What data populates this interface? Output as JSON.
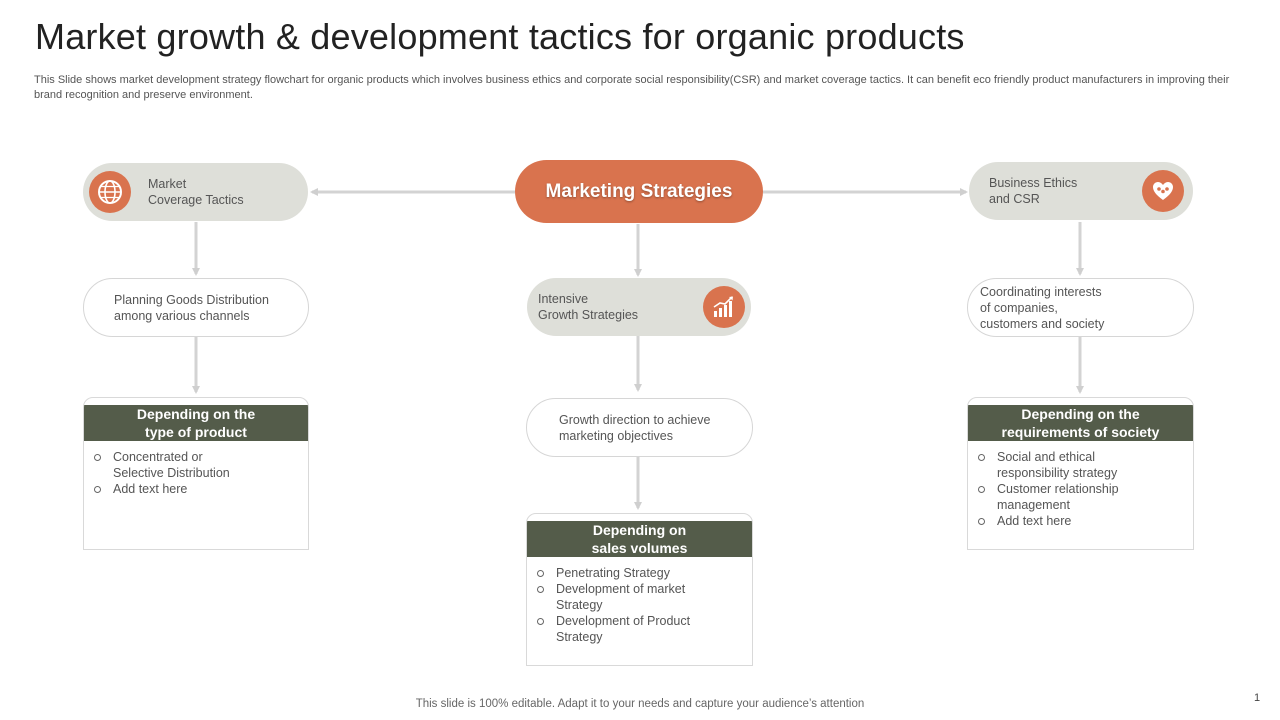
{
  "title": "Market growth & development tactics for organic products",
  "subtitle": "This Slide shows market development strategy flowchart for organic products which involves business ethics and corporate social responsibility(CSR) and market coverage tactics. It can benefit eco friendly product manufacturers in improving their brand recognition and preserve environment.",
  "center": {
    "label": "Marketing Strategies"
  },
  "left": {
    "pill_label": "Market\nCoverage  Tactics",
    "icon": "globe-icon",
    "step_text": "Planning Goods Distribution\namong various  channels",
    "card_title": "Depending on the\ntype of product",
    "bullets": [
      "Concentrated  or\nSelective Distribution",
      "Add text here"
    ]
  },
  "middle": {
    "pill_label": "Intensive\nGrowth Strategies",
    "icon": "growth-chart-icon",
    "step_text": "Growth direction to achieve\nmarketing objectives",
    "card_title": "Depending on\nsales volumes",
    "bullets": [
      "Penetrating Strategy",
      "Development  of market\nStrategy",
      "Development  of Product\nStrategy"
    ]
  },
  "right": {
    "pill_label": "Business Ethics\nand CSR",
    "icon": "heart-hands-icon",
    "step_text": "Coordinating  interests\nof companies,\ncustomers and society",
    "card_title": "Depending on the\nrequirements of society",
    "bullets": [
      "Social and ethical\nresponsibility strategy",
      "Customer relationship\nmanagement",
      "Add text here"
    ]
  },
  "footer": "This slide is 100% editable. Adapt it to your needs and capture your audience’s attention",
  "page_number": "1",
  "colors": {
    "accent": "#d9734e",
    "pill_bg": "#dedfd9",
    "header_bg": "#545c4a",
    "arrow": "#d0d0d0"
  }
}
